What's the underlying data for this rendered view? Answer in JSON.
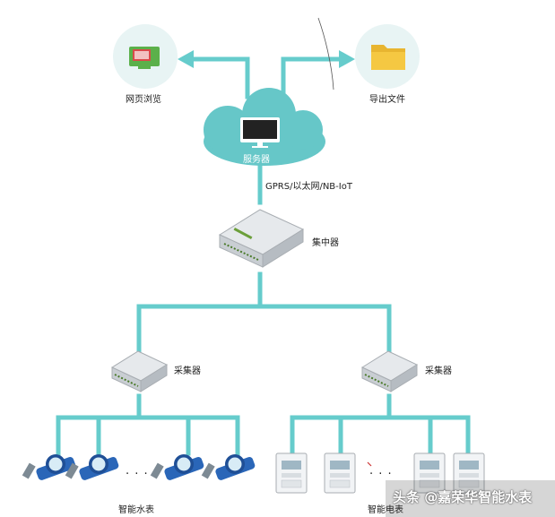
{
  "labels": {
    "web_browse": "网页浏览",
    "export_file": "导出文件",
    "server": "服务器",
    "network": "GPRS/以太网/NB-IoT",
    "concentrator": "集中器",
    "collector_left": "采集器",
    "collector_right": "采集器",
    "water_meter": "智能水表",
    "electric_meter": "智能电表",
    "dots_left": "· · ·",
    "dots_right": "· · ·"
  },
  "watermark": "头条 @嘉荣华智能水表",
  "colors": {
    "line": "#66cccc",
    "cloud": "#66c7c8",
    "circle": "#e8f4f4",
    "folder": "#f5c842",
    "meter_blue": "#2a66b8"
  },
  "icons": {
    "web": "monitor-icon",
    "export": "folder-icon",
    "server": "computer-icon"
  }
}
